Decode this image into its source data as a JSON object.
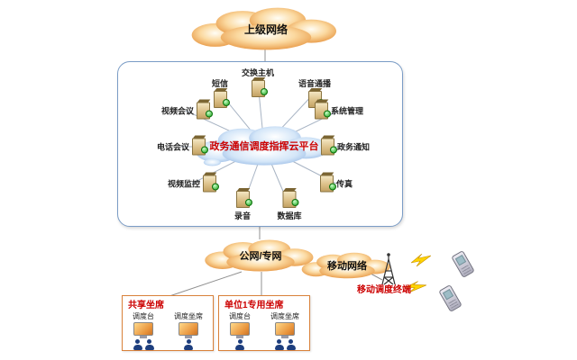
{
  "colors": {
    "cloud_orange": "#e2862b",
    "platform_blue": "#7fa8dd",
    "red_text": "#cc0000",
    "box_border": "#7a9cc6",
    "seat_border": "#d9813a",
    "green_indicator": "#18a018"
  },
  "top_cloud": {
    "label": "上级网络"
  },
  "platform": {
    "label": "政务通信调度指挥云平台"
  },
  "servers": [
    {
      "label": "交换主机"
    },
    {
      "label": "短信"
    },
    {
      "label": "语音通播"
    },
    {
      "label": "视频会议"
    },
    {
      "label": "系统管理"
    },
    {
      "label": "电话会议"
    },
    {
      "label": "政务通知"
    },
    {
      "label": "视频监控"
    },
    {
      "label": "传真"
    },
    {
      "label": "录音"
    },
    {
      "label": "数据库"
    }
  ],
  "public_cloud": {
    "label": "公网/专网"
  },
  "mobile_cloud": {
    "label": "移动网络"
  },
  "mobile_terminal": {
    "label": "移动调度终端"
  },
  "seats": [
    {
      "title": "共享坐席",
      "consoles": [
        {
          "label": "调度台"
        },
        {
          "label": "调度坐席"
        }
      ]
    },
    {
      "title": "单位1专用坐席",
      "consoles": [
        {
          "label": "调度台"
        },
        {
          "label": "调度坐席"
        }
      ]
    }
  ]
}
